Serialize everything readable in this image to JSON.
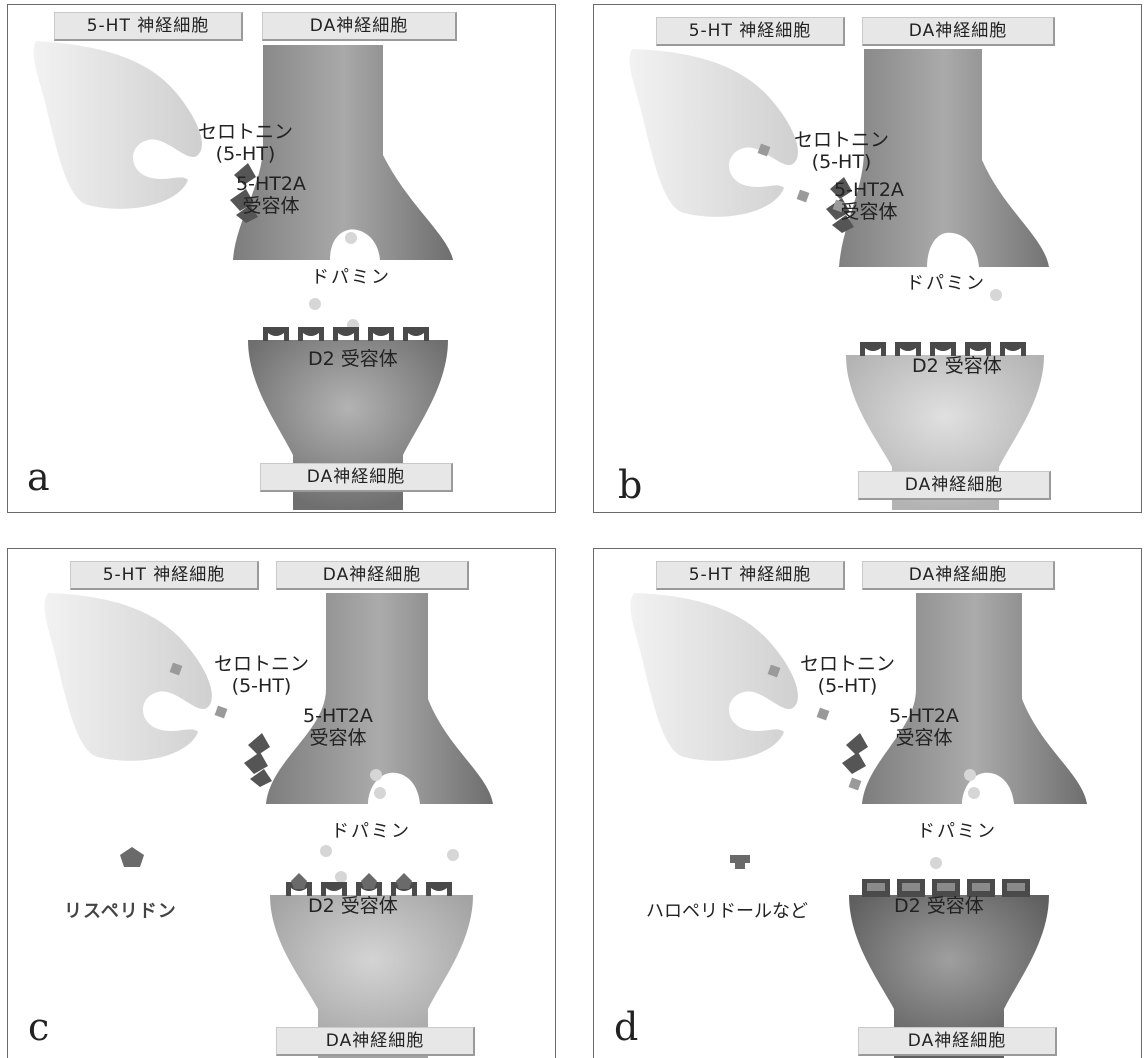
{
  "panels": [
    {
      "letter": "a",
      "label_5ht_neuron": "5-HT 神経細胞",
      "label_da_neuron_top": "DA神経細胞",
      "label_da_neuron_bottom": "DA神経細胞",
      "serotonin": "セロトニン",
      "serotonin_abbr": "(5-HT)",
      "receptor_5ht2a": "5-HT2A",
      "receptor_5ht2a_sub": "受容体",
      "dopamine": "ドパミン",
      "receptor_d2": "D2 受容体",
      "drug": ""
    },
    {
      "letter": "b",
      "label_5ht_neuron": "5-HT 神経細胞",
      "label_da_neuron_top": "DA神経細胞",
      "label_da_neuron_bottom": "DA神経細胞",
      "serotonin": "セロトニン",
      "serotonin_abbr": "(5-HT)",
      "receptor_5ht2a": "5-HT2A",
      "receptor_5ht2a_sub": "受容体",
      "dopamine": "ドパミン",
      "receptor_d2": "D2 受容体",
      "drug": ""
    },
    {
      "letter": "c",
      "label_5ht_neuron": "5-HT 神経細胞",
      "label_da_neuron_top": "DA神経細胞",
      "label_da_neuron_bottom": "DA神経細胞",
      "serotonin": "セロトニン",
      "serotonin_abbr": "(5-HT)",
      "receptor_5ht2a": "5-HT2A",
      "receptor_5ht2a_sub": "受容体",
      "dopamine": "ドパミン",
      "receptor_d2": "D2 受容体",
      "drug": "リスペリドン"
    },
    {
      "letter": "d",
      "label_5ht_neuron": "5-HT 神経細胞",
      "label_da_neuron_top": "DA神経細胞",
      "label_da_neuron_bottom": "DA神経細胞",
      "serotonin": "セロトニン",
      "serotonin_abbr": "(5-HT)",
      "receptor_5ht2a": "5-HT2A",
      "receptor_5ht2a_sub": "受容体",
      "dopamine": "ドパミン",
      "receptor_d2": "D2 受容体",
      "drug": "ハロペリドールなど"
    }
  ],
  "colors": {
    "neuron_5ht": "#d9d9d9",
    "neuron_da_dark": "#8c8c8c",
    "neuron_da_light": "#c8c8c8",
    "molecule_dopamine": "#cfcfcf",
    "molecule_serotonin": "#a8a8a8",
    "receptor": "#7a7a7a"
  }
}
